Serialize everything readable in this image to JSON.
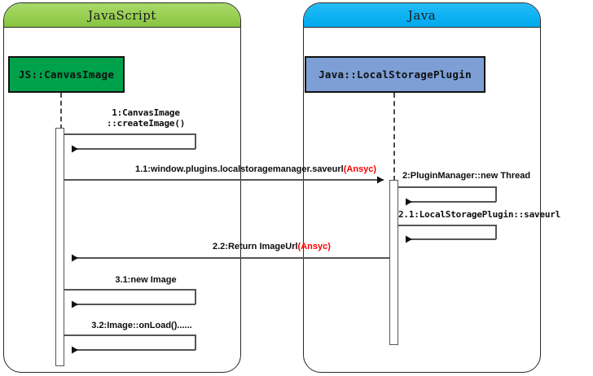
{
  "diagram": {
    "type": "uml-sequence-diagram",
    "title": "",
    "colors": {
      "js_lane_header": "#9ad055",
      "java_lane_header": "#0fb3f2",
      "js_object_box": "#00a14b",
      "java_object_box": "#7d9fd6",
      "async_text": "#ff0000",
      "line": "#555555",
      "border": "#2b2b2b"
    }
  },
  "lanes": [
    {
      "id": "javascript",
      "title": "JavaScript"
    },
    {
      "id": "java",
      "title": "Java"
    }
  ],
  "objects": [
    {
      "id": "js-canvasimage",
      "label": "JS::CanvasImage",
      "lane": "javascript"
    },
    {
      "id": "java-localstorageplugin",
      "label": "Java::LocalStoragePlugin",
      "lane": "java"
    }
  ],
  "messages": [
    {
      "id": "m1",
      "kind": "self-call",
      "lane": "javascript",
      "label_line1": "1:CanvasImage",
      "label_line2": "::createImage()",
      "async": ""
    },
    {
      "id": "m1_1",
      "kind": "call",
      "from": "javascript",
      "to": "java",
      "label": "1.1:window.plugins.localstoragemanager.saveurl",
      "async": "(Ansyc)"
    },
    {
      "id": "m2",
      "kind": "self-call",
      "lane": "java",
      "label_line1": "2:PluginManager::new Thread",
      "label_line2": "",
      "async": ""
    },
    {
      "id": "m2_1",
      "kind": "self-call",
      "lane": "java",
      "label_line1": "2.1:LocalStoragePlugin::saveurl",
      "label_line2": "",
      "async": ""
    },
    {
      "id": "m2_2",
      "kind": "return",
      "from": "java",
      "to": "javascript",
      "label": "2.2:Return ImageUrl",
      "async": "(Ansyc)"
    },
    {
      "id": "m3_1",
      "kind": "self-call",
      "lane": "javascript",
      "label_line1": "3.1:new Image",
      "label_line2": "",
      "async": ""
    },
    {
      "id": "m3_2",
      "kind": "self-call",
      "lane": "javascript",
      "label_line1": "3.2:Image::onLoad()......",
      "label_line2": "",
      "async": ""
    }
  ]
}
